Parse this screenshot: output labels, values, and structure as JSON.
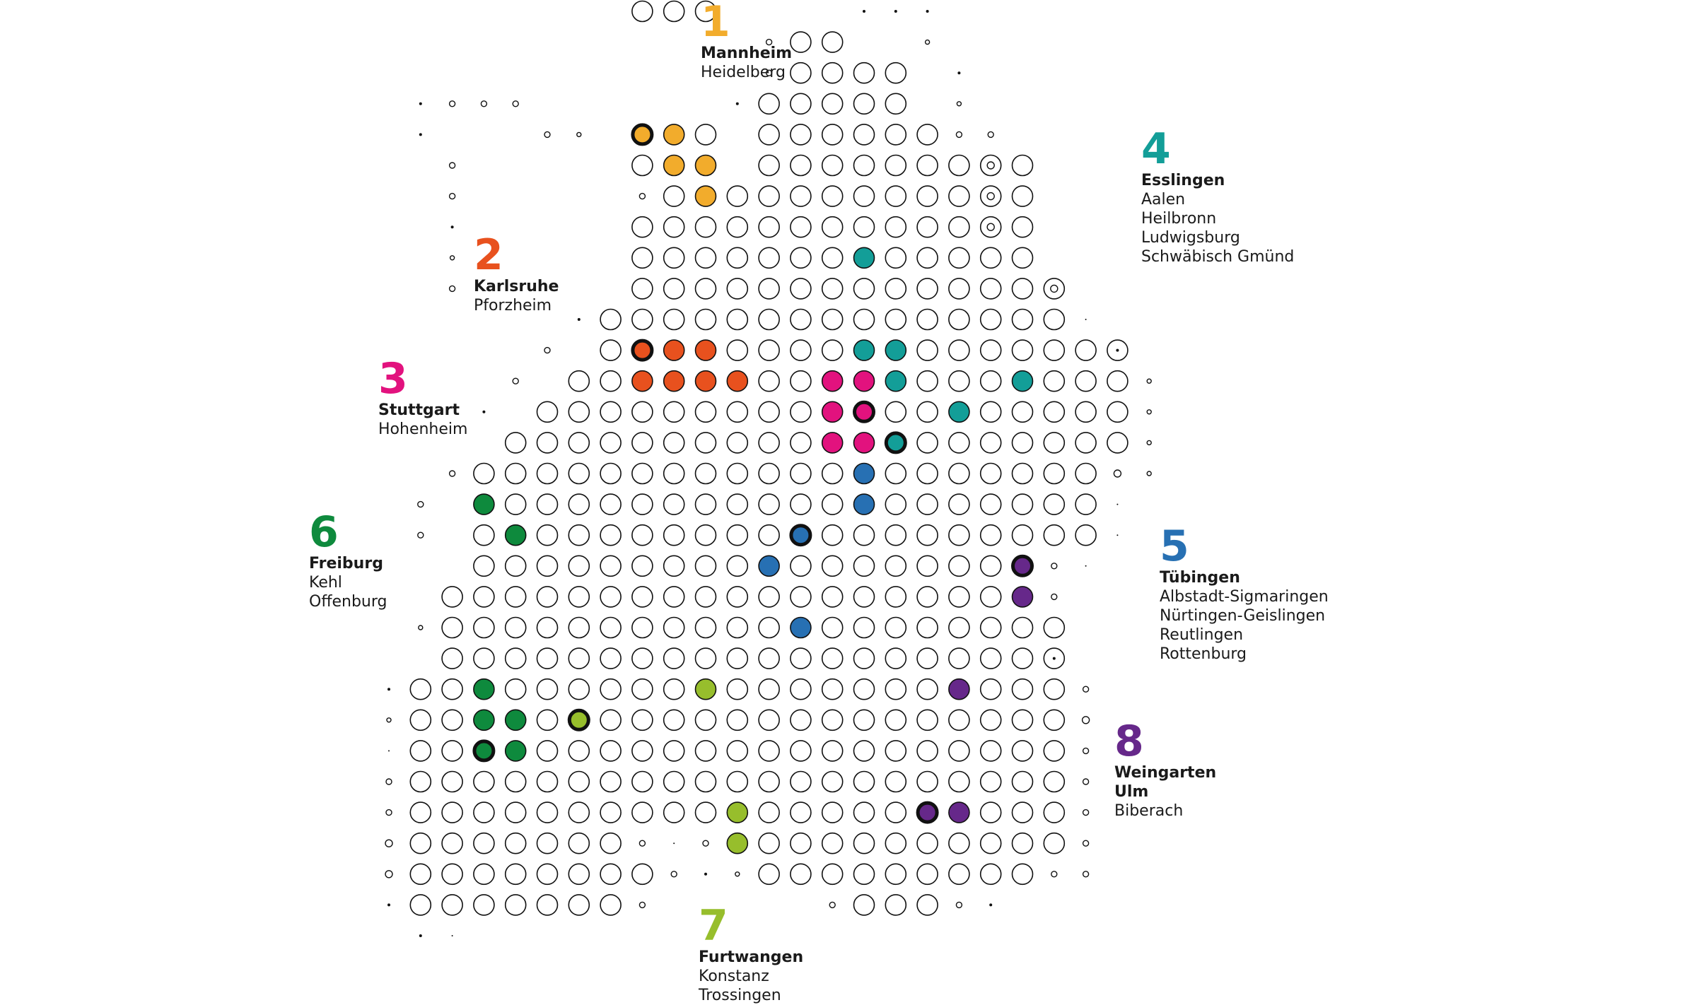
{
  "colors": {
    "1": "#F2AC2C",
    "2": "#E8511E",
    "3": "#E2127E",
    "4": "#139E98",
    "5": "#2770B3",
    "6": "#0E8A3D",
    "7": "#97BE2C",
    "8": "#66288A",
    "outline": "#111111",
    "empty_fill": "#ffffff"
  },
  "regions": [
    {
      "id": "1",
      "number": "1",
      "main": [
        "Mannheim"
      ],
      "locations": [
        "Heidelberg"
      ]
    },
    {
      "id": "2",
      "number": "2",
      "main": [
        "Karlsruhe"
      ],
      "locations": [
        "Pforzheim"
      ]
    },
    {
      "id": "3",
      "number": "3",
      "main": [
        "Stuttgart"
      ],
      "locations": [
        "Hohenheim"
      ]
    },
    {
      "id": "4",
      "number": "4",
      "main": [
        "Esslingen"
      ],
      "locations": [
        "Aalen",
        "Heilbronn",
        "Ludwigsburg",
        "Schwäbisch Gmünd"
      ]
    },
    {
      "id": "5",
      "number": "5",
      "main": [
        "Tübingen"
      ],
      "locations": [
        "Albstadt-Sigmaringen",
        "Nürtingen-Geislingen",
        "Reutlingen",
        "Rottenburg"
      ]
    },
    {
      "id": "6",
      "number": "6",
      "main": [
        "Freiburg"
      ],
      "locations": [
        "Kehl",
        "Offenburg"
      ]
    },
    {
      "id": "7",
      "number": "7",
      "main": [
        "Furtwangen"
      ],
      "locations": [
        "Konstanz",
        "Trossingen"
      ]
    },
    {
      "id": "8",
      "number": "8",
      "main": [
        "Weingarten",
        "Ulm"
      ],
      "locations": [
        "Biberach"
      ]
    }
  ],
  "map_dots": [
    {
      "region": "1",
      "col": 8,
      "row": 4,
      "main": true
    },
    {
      "region": "1",
      "col": 9,
      "row": 4
    },
    {
      "region": "1",
      "col": 9,
      "row": 5
    },
    {
      "region": "1",
      "col": 10,
      "row": 5
    },
    {
      "region": "1",
      "col": 10,
      "row": 6
    },
    {
      "region": "2",
      "col": 8,
      "row": 11,
      "main": true
    },
    {
      "region": "2",
      "col": 9,
      "row": 11
    },
    {
      "region": "2",
      "col": 10,
      "row": 11
    },
    {
      "region": "2",
      "col": 8,
      "row": 12
    },
    {
      "region": "2",
      "col": 9,
      "row": 12
    },
    {
      "region": "2",
      "col": 10,
      "row": 12
    },
    {
      "region": "2",
      "col": 11,
      "row": 12
    },
    {
      "region": "3",
      "col": 14,
      "row": 12
    },
    {
      "region": "3",
      "col": 15,
      "row": 12
    },
    {
      "region": "3",
      "col": 14,
      "row": 13
    },
    {
      "region": "3",
      "col": 15,
      "row": 13,
      "main": true
    },
    {
      "region": "3",
      "col": 14,
      "row": 14
    },
    {
      "region": "3",
      "col": 15,
      "row": 14
    },
    {
      "region": "4",
      "col": 15,
      "row": 8
    },
    {
      "region": "4",
      "col": 15,
      "row": 11
    },
    {
      "region": "4",
      "col": 16,
      "row": 11
    },
    {
      "region": "4",
      "col": 16,
      "row": 12
    },
    {
      "region": "4",
      "col": 20,
      "row": 12
    },
    {
      "region": "4",
      "col": 18,
      "row": 13
    },
    {
      "region": "4",
      "col": 16,
      "row": 14,
      "main": true
    },
    {
      "region": "5",
      "col": 15,
      "row": 15
    },
    {
      "region": "5",
      "col": 15,
      "row": 16
    },
    {
      "region": "5",
      "col": 13,
      "row": 17,
      "main": true
    },
    {
      "region": "5",
      "col": 12,
      "row": 18
    },
    {
      "region": "5",
      "col": 13,
      "row": 20
    },
    {
      "region": "6",
      "col": 3,
      "row": 16
    },
    {
      "region": "6",
      "col": 4,
      "row": 17
    },
    {
      "region": "6",
      "col": 3,
      "row": 22
    },
    {
      "region": "6",
      "col": 3,
      "row": 23
    },
    {
      "region": "6",
      "col": 4,
      "row": 23
    },
    {
      "region": "6",
      "col": 3,
      "row": 24,
      "main": true
    },
    {
      "region": "6",
      "col": 4,
      "row": 24
    },
    {
      "region": "7",
      "col": 10,
      "row": 22
    },
    {
      "region": "7",
      "col": 6,
      "row": 23,
      "main": true
    },
    {
      "region": "7",
      "col": 11,
      "row": 26
    },
    {
      "region": "7",
      "col": 11,
      "row": 27
    },
    {
      "region": "8",
      "col": 20,
      "row": 18,
      "main": true
    },
    {
      "region": "8",
      "col": 20,
      "row": 19
    },
    {
      "region": "8",
      "col": 18,
      "row": 22
    },
    {
      "region": "8",
      "col": 17,
      "row": 26,
      "main": true
    },
    {
      "region": "8",
      "col": 18,
      "row": 26
    }
  ]
}
